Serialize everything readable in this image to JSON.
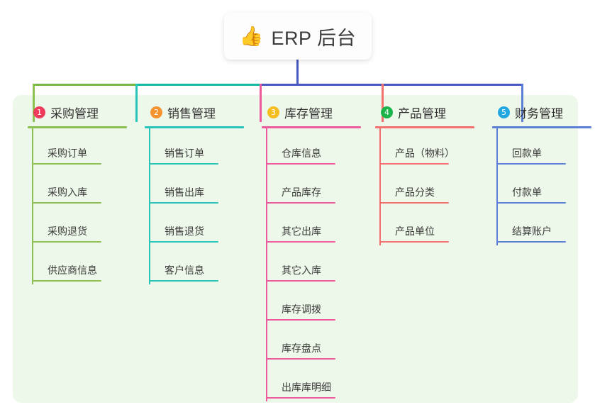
{
  "diagram": {
    "type": "mind-map",
    "background_color": "#ffffff",
    "panel_color": "#eef8ea"
  },
  "root": {
    "icon": "thumbs-up-emoji",
    "emoji": "👍",
    "title": "ERP 后台",
    "stem_color": "#4759c0"
  },
  "trunk": {
    "segments": [
      {
        "name": "left-green",
        "color": "#76b743"
      },
      {
        "name": "mid-teal",
        "color": "#14bba4"
      },
      {
        "name": "right-indigo",
        "color": "#4759c0"
      }
    ]
  },
  "columns": [
    {
      "index": "1",
      "badge": "1",
      "badge_color": "#ef3b5b",
      "line_color": "#8cc152",
      "title": "采购管理",
      "items": [
        "采购订单",
        "采购入库",
        "采购退货",
        "供应商信息"
      ]
    },
    {
      "index": "2",
      "badge": "2",
      "badge_color": "#f5932f",
      "line_color": "#27c4ba",
      "title": "销售管理",
      "items": [
        "销售订单",
        "销售出库",
        "销售退货",
        "客户信息"
      ]
    },
    {
      "index": "3",
      "badge": "3",
      "badge_color": "#f5bd1f",
      "line_color": "#ee5a9b",
      "title": "库存管理",
      "items": [
        "仓库信息",
        "产品库存",
        "其它出库",
        "其它入库",
        "库存调拨",
        "库存盘点",
        "出库库明细"
      ]
    },
    {
      "index": "4",
      "badge": "4",
      "badge_color": "#1cb34a",
      "line_color": "#f2706e",
      "title": "产品管理",
      "items": [
        "产品（物料）",
        "产品分类",
        "产品单位"
      ]
    },
    {
      "index": "5",
      "badge": "5",
      "badge_color": "#22a7e0",
      "line_color": "#5b7fd4",
      "title": "财务管理",
      "items": [
        "回款单",
        "付款单",
        "结算账户"
      ]
    }
  ]
}
